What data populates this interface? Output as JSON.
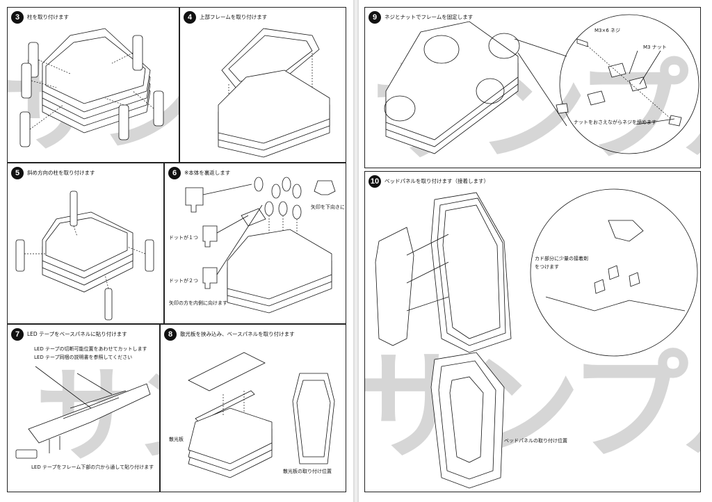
{
  "steps": [
    {
      "num": "3",
      "title": "柱を取り付けます"
    },
    {
      "num": "4",
      "title": "上部フレームを取り付けます"
    },
    {
      "num": "5",
      "title": "斜め方向の柱を取り付けます"
    },
    {
      "num": "6",
      "title": "※本体を裏返します",
      "notes": {
        "arrow_down": "矢印を下向きに",
        "dot_one": "ドットが１つ",
        "dot_two": "ドットが２つ",
        "arrow_inward": "矢印の方を内側に向けます"
      }
    },
    {
      "num": "7",
      "title": "LED テープをベースパネルに貼り付けます",
      "notes": {
        "cut": "LED テープの切断可能位置をあわせてカットします",
        "manual": "LED テープ同梱の説明書を参照してください",
        "through": "LED テープをフレーム下部の穴から通して貼り付けます"
      }
    },
    {
      "num": "8",
      "title": "散光板を挟み込み、ベースパネルを取り付けます",
      "notes": {
        "diffuser": "散光板",
        "position": "散光板の取り付け位置"
      }
    },
    {
      "num": "9",
      "title": "ネジとナットでフレームを固定します",
      "notes": {
        "screw": "M3×6 ネジ",
        "nut": "M3 ナット",
        "tighten": "ナットをおさえながらネジを締めます"
      }
    },
    {
      "num": "10",
      "title": "ベッドパネルを取り付けます（接着します）",
      "notes": {
        "glue": "カド部分に少量の接着剤",
        "glue2": "をつけます",
        "position": "ベッドパネルの取り付け位置"
      }
    }
  ],
  "watermark": "サンプル"
}
